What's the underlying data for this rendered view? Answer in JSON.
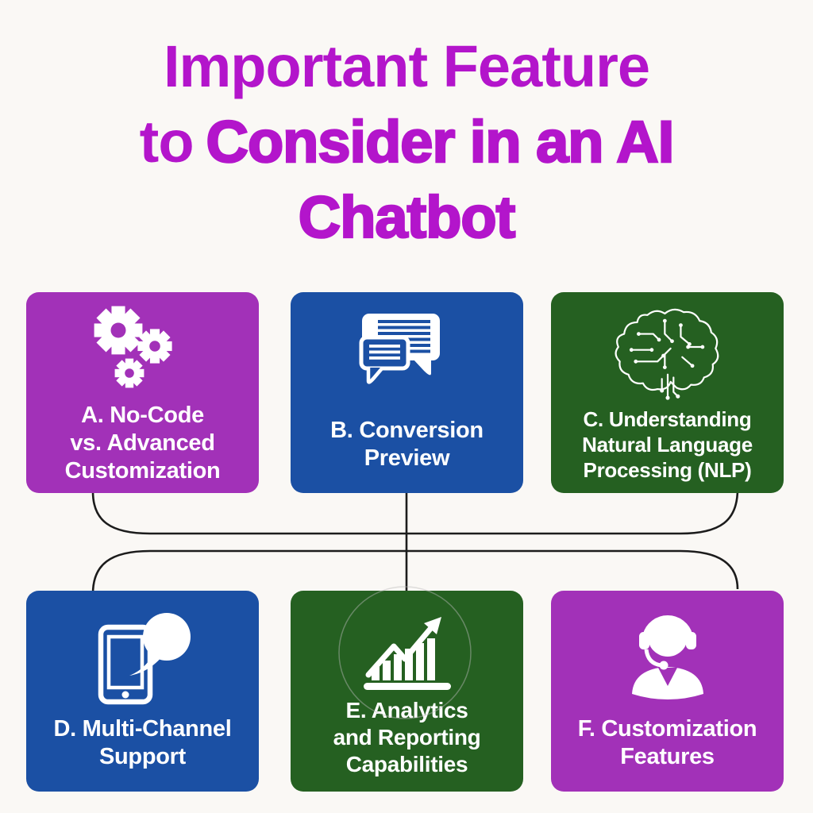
{
  "colors": {
    "purple": "#A231B8",
    "blue": "#1B50A4",
    "green": "#256021",
    "title": "#B315CB",
    "line": "#1C1C1C",
    "background": "#FAF8F5",
    "card_text": "#FFFFFF"
  },
  "title": {
    "line1": "Important Feature",
    "line2_regular": "to",
    "line2_bold": "Consider in an AI",
    "line3": "Chatbot"
  },
  "cards": [
    {
      "icon": "gears-icon",
      "color": "purple",
      "lines": [
        "A. No-Code",
        "vs. Advanced",
        "Customization"
      ]
    },
    {
      "icon": "chat-bubbles-icon",
      "color": "blue",
      "lines": [
        "B. Conversion",
        "Preview"
      ]
    },
    {
      "icon": "circuit-brain-icon",
      "color": "green",
      "lines": [
        "C. Understanding",
        "Natural Language",
        "Processing (NLP)"
      ]
    },
    {
      "icon": "phone-chat-icon",
      "color": "blue",
      "lines": [
        "D. Multi-Channel",
        "Support"
      ]
    },
    {
      "icon": "bar-chart-growth-icon",
      "color": "green",
      "lines": [
        "E. Analytics",
        "and Reporting",
        "Capabilities"
      ]
    },
    {
      "icon": "support-agent-icon",
      "color": "purple",
      "lines": [
        "F. Customization",
        "Features"
      ]
    }
  ]
}
